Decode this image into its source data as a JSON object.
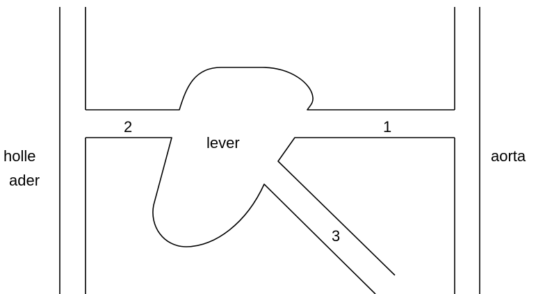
{
  "labels": {
    "vena_cava_line1": "holle",
    "vena_cava_line2": "ader",
    "aorta": "aorta",
    "liver": "lever",
    "vessel_1": "1",
    "vessel_2": "2",
    "vessel_3": "3"
  }
}
